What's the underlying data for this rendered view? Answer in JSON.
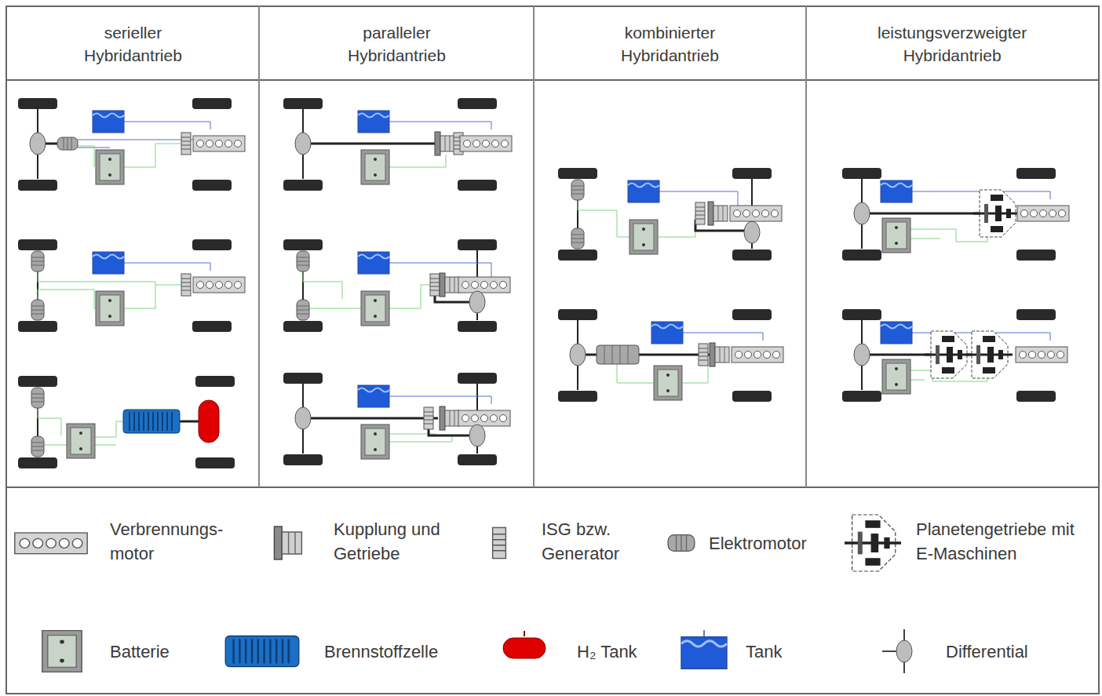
{
  "diagram": {
    "labels": [
      "serieller Hybridantrieb",
      "paralleler Hybridantrieb",
      "kombinierter Hybridantrieb",
      "leistungsverzweigter Hybridantrieb"
    ],
    "legend": [
      {
        "text": "Verbrennungs- motor"
      },
      {
        "text": "Kupplung und Getriebe"
      },
      {
        "text": "ISG bzw. Generator"
      },
      {
        "text": "Elektromotor"
      },
      {
        "text": "Planetengetriebe mit E-Maschinen"
      },
      {
        "text": "Batterie"
      },
      {
        "text": "Brennstoffzelle"
      },
      {
        "text": "H₂ Tank"
      },
      {
        "text": "Tank"
      },
      {
        "text": "Differential"
      }
    ]
  }
}
